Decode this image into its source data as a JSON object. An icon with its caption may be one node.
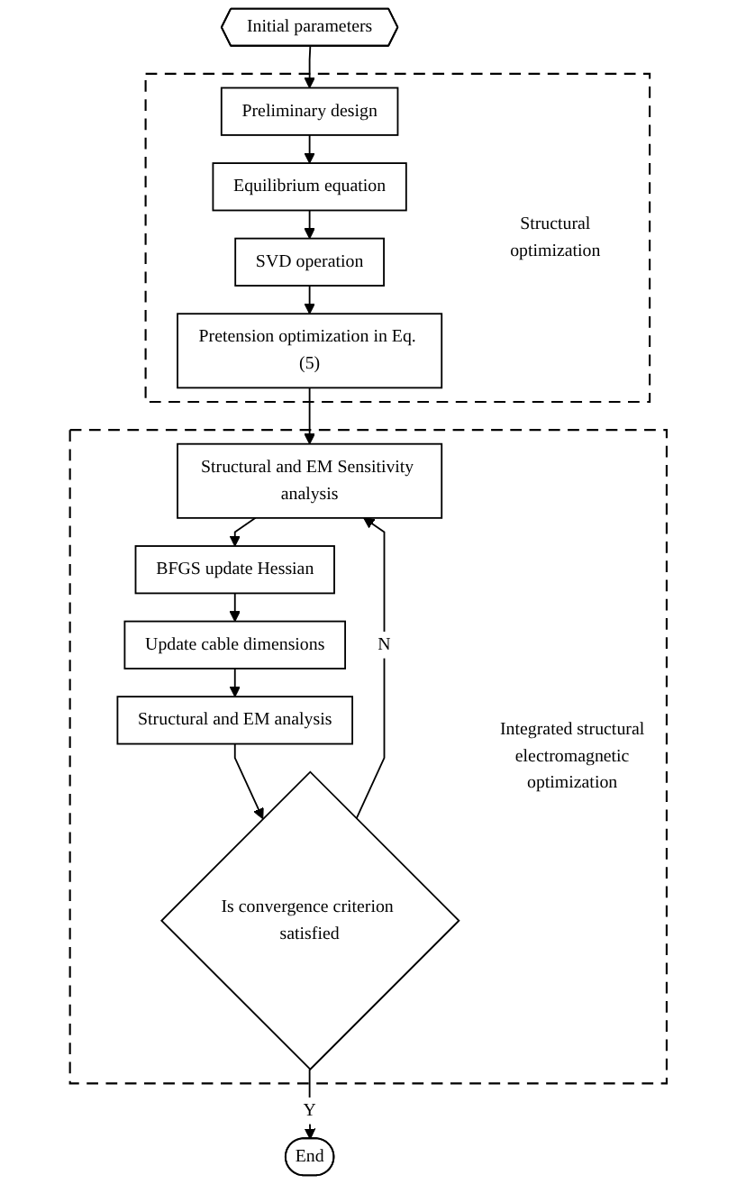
{
  "diagram": {
    "nodes": [
      {
        "text": [
          "Initial parameters"
        ]
      },
      {
        "text": [
          "Structural optimization"
        ]
      },
      {
        "text": [
          "Preliminary design"
        ],
        "in": 1
      },
      {
        "text": [
          "Equilibrium equation"
        ],
        "in": 1
      },
      {
        "text": [
          "SVD operation"
        ],
        "in": 1
      },
      {
        "text": [
          "Pretension optimization in Eq. (5)"
        ],
        "in": 1
      },
      {
        "text": [
          "Integrated structural electromagnetic optimization"
        ]
      },
      {
        "text": [
          "Structural and EM Sensitivity analysis"
        ],
        "in": 6
      },
      {
        "text": [
          "BFGS update Hessian"
        ],
        "in": 6
      },
      {
        "text": [
          "Update cable dimensions"
        ],
        "in": 6
      },
      {
        "text": [
          "Structural and EM analysis"
        ],
        "in": 6
      },
      {
        "text": [
          "Is convergence criterion satisfied"
        ],
        "in": 6
      },
      {
        "text": [
          "End"
        ]
      }
    ],
    "edges": [
      {
        "from": 0,
        "to": 2,
        "arrow": "to"
      },
      {
        "from": 2,
        "to": 3,
        "arrow": "to"
      },
      {
        "from": 3,
        "to": 4,
        "arrow": "to"
      },
      {
        "from": 4,
        "to": 5,
        "arrow": "to"
      },
      {
        "from": 5,
        "to": 7,
        "arrow": "to"
      },
      {
        "from": 7,
        "to": 8,
        "arrow": "to"
      },
      {
        "from": 8,
        "to": 9,
        "arrow": "to"
      },
      {
        "from": 9,
        "to": 10,
        "arrow": "to"
      },
      {
        "from": 10,
        "to": 11,
        "arrow": "to"
      },
      {
        "from": 11,
        "to": 7,
        "arrow": "to",
        "label": "N"
      },
      {
        "from": 11,
        "to": 12,
        "arrow": "to",
        "label": "Y"
      }
    ]
  }
}
